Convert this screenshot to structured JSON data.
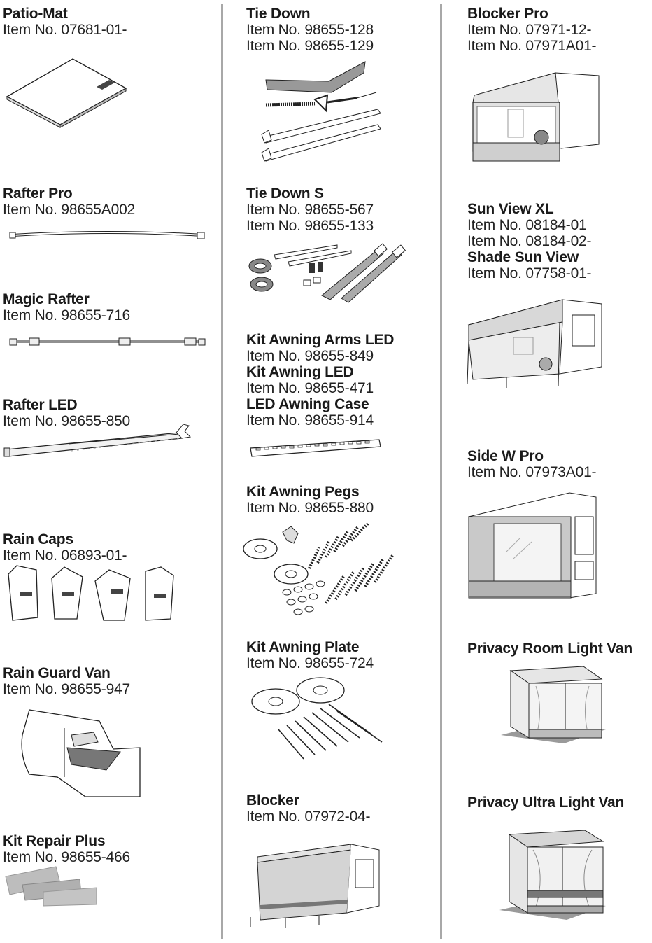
{
  "columns": [
    {
      "items": [
        {
          "name": "Patio-Mat",
          "numbers": [
            "Item No. 07681-01-"
          ]
        },
        {
          "name": "Rafter Pro",
          "numbers": [
            "Item No. 98655A002"
          ]
        },
        {
          "name": "Magic Rafter",
          "numbers": [
            "Item No. 98655-716"
          ]
        },
        {
          "name": "Rafter LED",
          "numbers": [
            "Item No. 98655-850"
          ]
        },
        {
          "name": "Rain Caps",
          "numbers": [
            "Item No. 06893-01-"
          ]
        },
        {
          "name": "Rain Guard Van",
          "numbers": [
            "Item No. 98655-947"
          ]
        },
        {
          "name": "Kit Repair Plus",
          "numbers": [
            "Item No. 98655-466"
          ]
        }
      ]
    },
    {
      "items": [
        {
          "name": "Tie Down",
          "numbers": [
            "Item No. 98655-128",
            "Item No. 98655-129"
          ]
        },
        {
          "name": "Tie Down S",
          "numbers": [
            "Item No. 98655-567",
            "Item No. 98655-133"
          ]
        },
        {
          "name": "Kit Awning Arms LED",
          "numbers": [
            "Item No. 98655-849"
          ]
        },
        {
          "name": "Kit Awning LED",
          "numbers": [
            "Item No. 98655-471"
          ]
        },
        {
          "name": "LED Awning Case",
          "numbers": [
            "Item No. 98655-914"
          ]
        },
        {
          "name": "Kit Awning Pegs",
          "numbers": [
            "Item No. 98655-880"
          ]
        },
        {
          "name": "Kit Awning Plate",
          "numbers": [
            "Item No. 98655-724"
          ]
        },
        {
          "name": "Blocker",
          "numbers": [
            "Item No. 07972-04-"
          ]
        }
      ]
    },
    {
      "items": [
        {
          "name": "Blocker Pro",
          "numbers": [
            "Item No. 07971-12-",
            "Item No. 07971A01-"
          ]
        },
        {
          "name": "Sun View XL",
          "numbers": [
            "Item No. 08184-01",
            "Item No. 08184-02-"
          ]
        },
        {
          "name": "Shade Sun View",
          "numbers": [
            "Item No. 07758-01-"
          ]
        },
        {
          "name": "Side W Pro",
          "numbers": [
            "Item No. 07973A01-"
          ]
        },
        {
          "name": "Privacy Room Light Van",
          "numbers": []
        },
        {
          "name": "Privacy Ultra Light Van",
          "numbers": []
        }
      ]
    }
  ],
  "colors": {
    "text": "#1a1a1a",
    "divider": "#a8a8a8",
    "line_art": "#222222",
    "fabric_grey": "#c8c8c8",
    "dark_grey": "#6e6e6e"
  }
}
